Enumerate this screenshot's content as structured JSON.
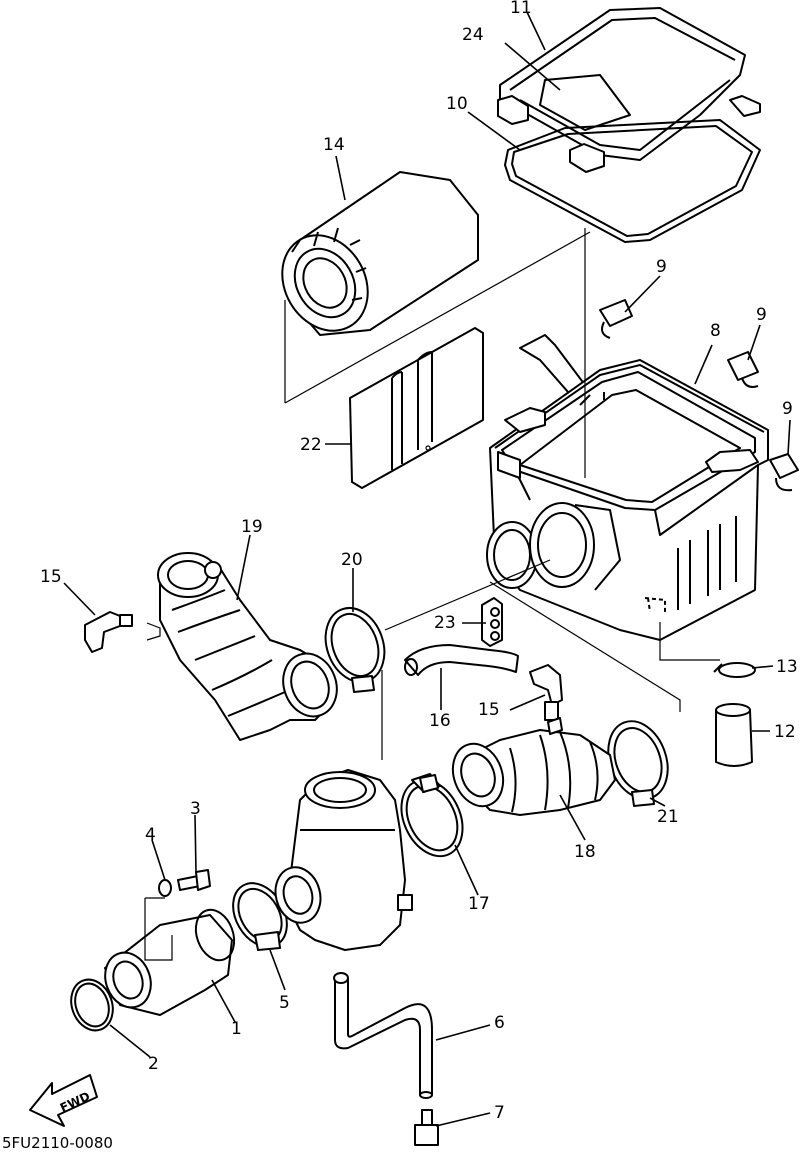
{
  "diagram": {
    "drawing_code": "5FU2110-0080",
    "fwd_label": "FWD",
    "callouts": {
      "p1": "1",
      "p2": "2",
      "p3": "3",
      "p4": "4",
      "p5": "5",
      "p6": "6",
      "p7": "7",
      "p8": "8",
      "p9a": "9",
      "p9b": "9",
      "p9c": "9",
      "p10": "10",
      "p11": "11",
      "p12": "12",
      "p13": "13",
      "p14": "14",
      "p15a": "15",
      "p15b": "15",
      "p16": "16",
      "p17": "17",
      "p18": "18",
      "p19": "19",
      "p20": "20",
      "p21": "21",
      "p22": "22",
      "p23": "23",
      "p24": "24"
    }
  }
}
